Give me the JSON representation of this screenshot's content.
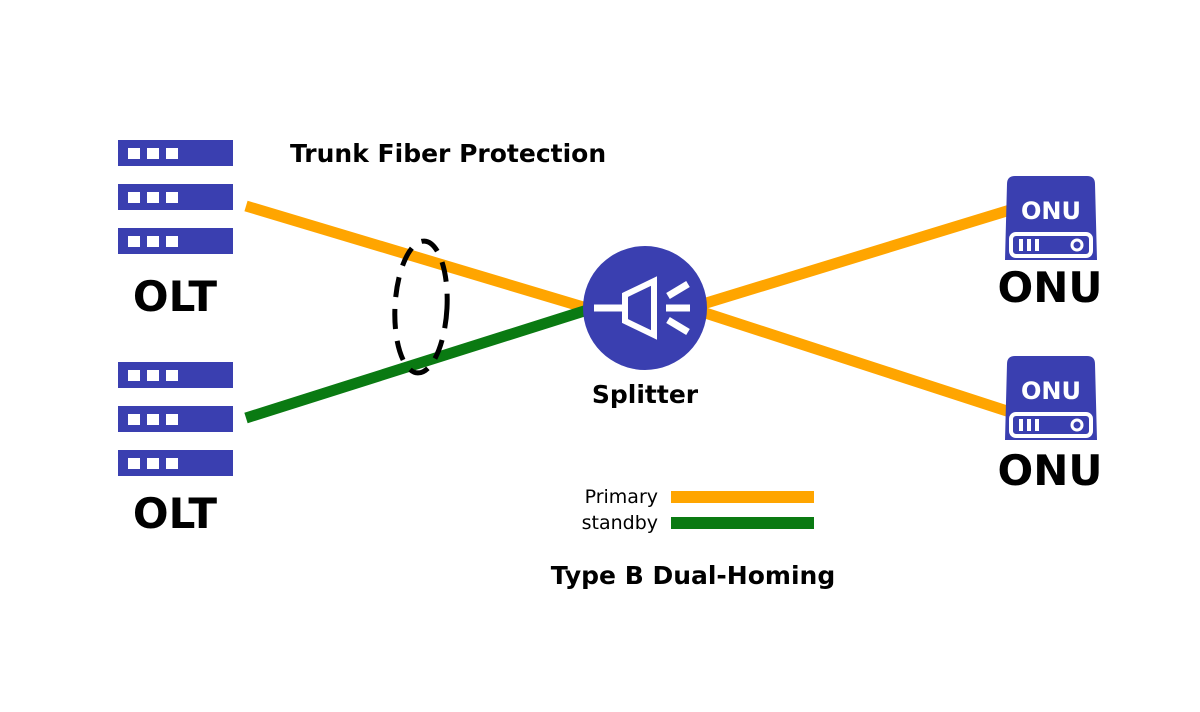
{
  "title": "Trunk Fiber Protection",
  "subtitle": "Type B Dual-Homing",
  "colors": {
    "device": "#3a3fb0",
    "primary": "#ffa500",
    "standby": "#0a7a12",
    "text": "#000000"
  },
  "nodes": {
    "olt_top": {
      "label": "OLT",
      "icon": "olt-rack-icon"
    },
    "olt_bottom": {
      "label": "OLT",
      "icon": "olt-rack-icon"
    },
    "splitter": {
      "label": "Splitter",
      "icon": "splitter-icon"
    },
    "onu_top": {
      "label": "ONU",
      "icon_text": "ONU",
      "icon": "onu-device-icon"
    },
    "onu_bottom": {
      "label": "ONU",
      "icon_text": "ONU",
      "icon": "onu-device-icon"
    }
  },
  "links": [
    {
      "from": "olt_top",
      "to": "splitter",
      "type": "primary"
    },
    {
      "from": "olt_bottom",
      "to": "splitter",
      "type": "standby"
    },
    {
      "from": "splitter",
      "to": "onu_top",
      "type": "primary"
    },
    {
      "from": "splitter",
      "to": "onu_bottom",
      "type": "primary"
    }
  ],
  "legend": {
    "primary": "Primary",
    "standby": "standby"
  }
}
